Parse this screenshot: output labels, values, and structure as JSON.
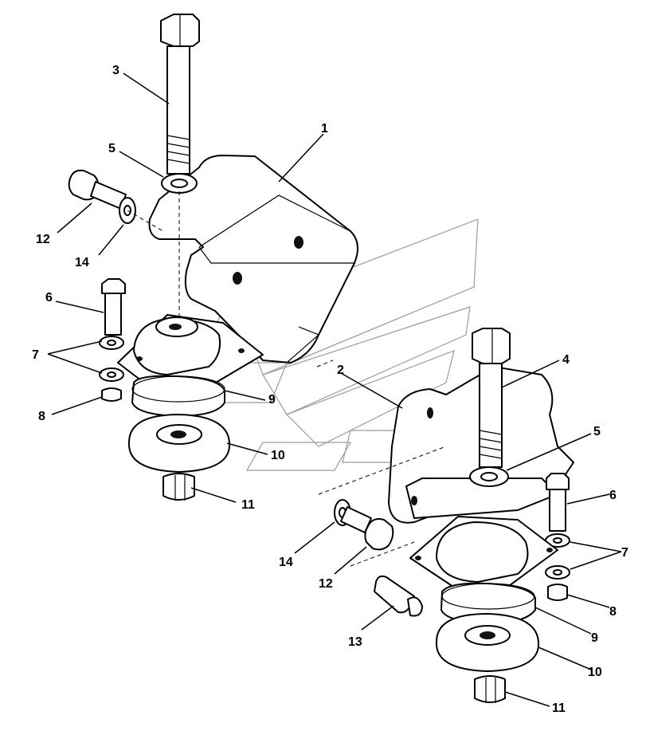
{
  "callouts": {
    "c1": "1",
    "c2": "2",
    "c3": "3",
    "c4": "4",
    "c5a": "5",
    "c5b": "5",
    "c6a": "6",
    "c6b": "6",
    "c7a": "7",
    "c7b": "7",
    "c8a": "8",
    "c8b": "8",
    "c9a": "9",
    "c9b": "9",
    "c10a": "10",
    "c10b": "10",
    "c11a": "11",
    "c11b": "11",
    "c12a": "12",
    "c12b": "12",
    "c13": "13",
    "c14a": "14",
    "c14b": "14"
  },
  "colors": {
    "line": "#000000",
    "watermark": "#9a9a9a",
    "background": "#ffffff"
  }
}
